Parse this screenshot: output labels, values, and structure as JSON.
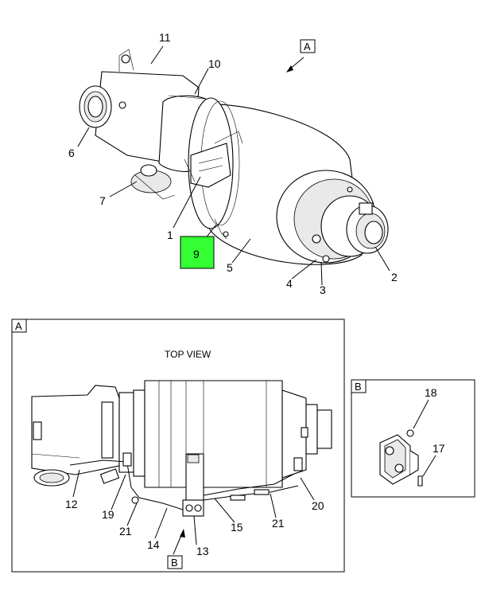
{
  "callouts": {
    "c1": "1",
    "c2": "2",
    "c3": "3",
    "c4": "4",
    "c5": "5",
    "c6": "6",
    "c7": "7",
    "c8": "9",
    "c9": "10",
    "c10": "11",
    "c11": "12",
    "c12": "13",
    "c13": "14",
    "c14": "15",
    "c15": "17",
    "c16": "18",
    "c17": "19",
    "c18": "20",
    "c19": "21",
    "c20": "21"
  },
  "highlight_color": "#33ff33",
  "view_refs": {
    "a_main": "A",
    "a_panel": "A",
    "b_ref": "B",
    "b_panel": "B"
  },
  "top_view_title": "TOP VIEW"
}
